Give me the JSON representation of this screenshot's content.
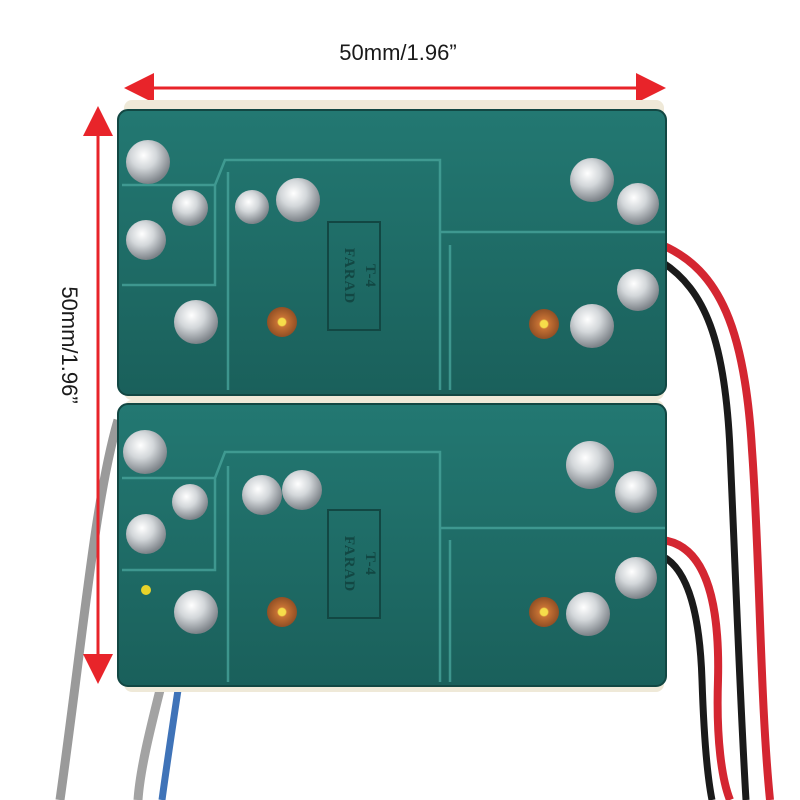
{
  "dimensions": {
    "width_label": "50mm/1.96”",
    "height_label": "50mm/1.96”"
  },
  "boards": [
    {
      "brand": "FARAD",
      "model": "T-4"
    },
    {
      "brand": "FARAD",
      "model": "T-4"
    }
  ],
  "colors": {
    "dimension_arrow": "#e8242a",
    "pcb_green": "#1f6f6a",
    "pcb_edge": "#124743",
    "board_base": "#efe9d8",
    "solder": "#d8dcdf",
    "pad_copper": "#b8652e",
    "wire_red": "#d42631",
    "wire_black": "#1a1a1a",
    "wire_gray": "#9a9a9a",
    "wire_blue": "#3f73b8"
  }
}
